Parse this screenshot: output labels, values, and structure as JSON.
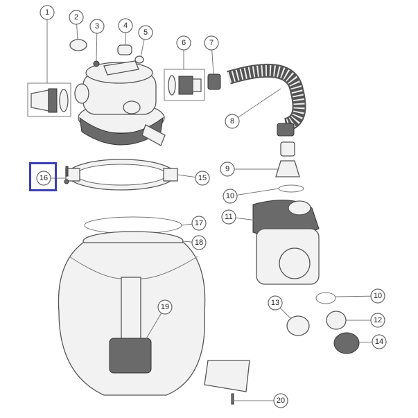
{
  "diagram": {
    "highlight_color": "#3b3fb0",
    "highlighted_part": "16",
    "callouts": [
      {
        "id": "c1",
        "label": "1"
      },
      {
        "id": "c2",
        "label": "2"
      },
      {
        "id": "c3",
        "label": "3"
      },
      {
        "id": "c4",
        "label": "4"
      },
      {
        "id": "c5",
        "label": "5"
      },
      {
        "id": "c6",
        "label": "6"
      },
      {
        "id": "c7",
        "label": "7"
      },
      {
        "id": "c8",
        "label": "8"
      },
      {
        "id": "c9",
        "label": "9"
      },
      {
        "id": "c10a",
        "label": "10"
      },
      {
        "id": "c11",
        "label": "11"
      },
      {
        "id": "c15",
        "label": "15"
      },
      {
        "id": "c16",
        "label": "16"
      },
      {
        "id": "c17",
        "label": "17"
      },
      {
        "id": "c18",
        "label": "18"
      },
      {
        "id": "c19",
        "label": "19"
      },
      {
        "id": "c10b",
        "label": "10"
      },
      {
        "id": "c12",
        "label": "12"
      },
      {
        "id": "c13",
        "label": "13"
      },
      {
        "id": "c14",
        "label": "14"
      },
      {
        "id": "c20",
        "label": "20"
      }
    ]
  }
}
